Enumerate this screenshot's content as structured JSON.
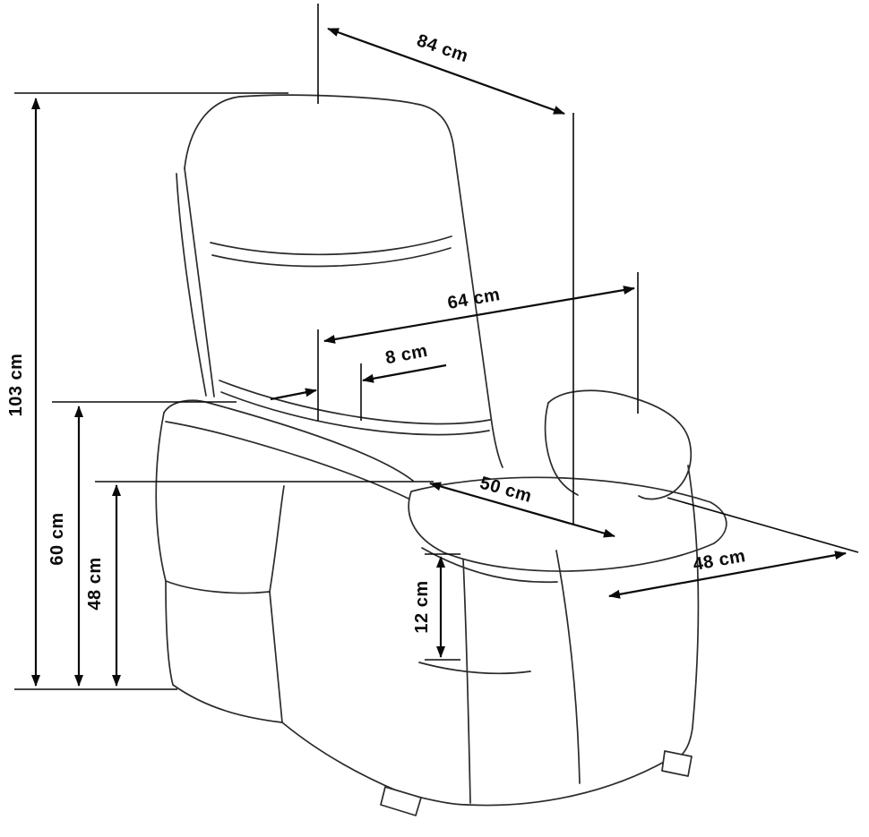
{
  "diagram": {
    "type": "furniture-dimension-diagram",
    "subject": "recliner armchair line drawing with measurements",
    "unit": "cm"
  },
  "dims": {
    "back_diagonal": "84 cm",
    "back_width": "64 cm",
    "gap": "8 cm",
    "seat_depth": "50 cm",
    "seat_width": "48 cm",
    "total_height": "103 cm",
    "arm_height": "60 cm",
    "seat_height": "48 cm",
    "footrest_height": "12 cm"
  },
  "colors": {
    "chair_line": "#2b2b2b",
    "dimension_line": "#0a0a0a",
    "background": "#ffffff"
  }
}
